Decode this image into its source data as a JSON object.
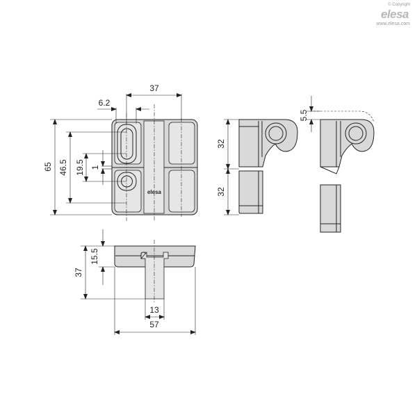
{
  "brand": {
    "copyright": "© Copyright",
    "logo": "elesa",
    "url": "www.elesa.com"
  },
  "part_marking": "elesa",
  "dimensions": {
    "d37_top": "37",
    "d6_2": "6.2",
    "d65": "65",
    "d46_5": "46.5",
    "d19_5": "19.5",
    "d1": "1",
    "d32_upper": "32",
    "d32_lower": "32",
    "d5_5": "5.5",
    "d15_5": "15.5",
    "d37_left": "37",
    "d13": "13",
    "d57": "57"
  },
  "colors": {
    "line": "#222222",
    "part_fill": "#d9d9d9",
    "brand_gray": "#b8b8b8"
  }
}
